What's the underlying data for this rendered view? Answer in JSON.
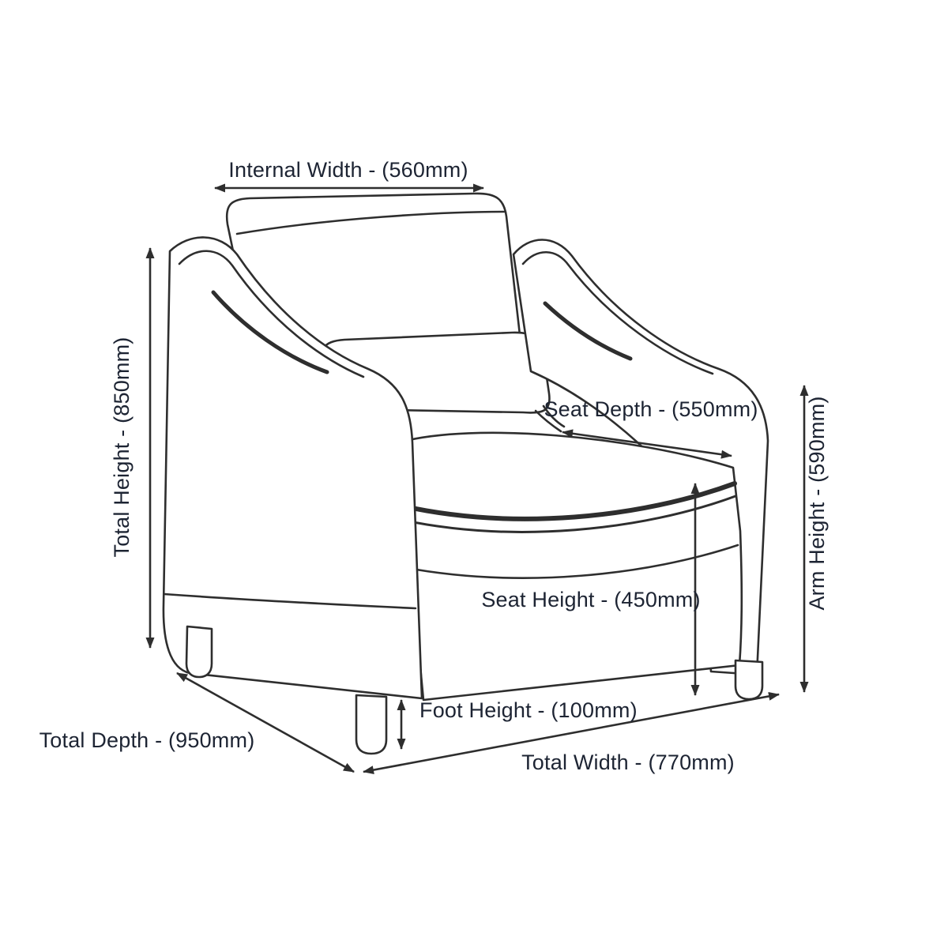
{
  "diagram": {
    "type": "furniture-dimension-diagram",
    "subject": "Armchair line drawing with dimension arrows",
    "labels": {
      "internal_width": "Internal Width - (560mm)",
      "total_height": "Total Height - (850mm)",
      "seat_depth": "Seat Depth - (550mm)",
      "seat_height": "Seat Height - (450mm)",
      "arm_height": "Arm Height - (590mm)",
      "foot_height": "Foot Height - (100mm)",
      "total_depth": "Total Depth - (950mm)",
      "total_width": "Total Width - (770mm)"
    },
    "measurements_mm": {
      "internal_width": 560,
      "total_height": 850,
      "seat_depth": 550,
      "seat_height": 450,
      "arm_height": 590,
      "foot_height": 100,
      "total_depth": 950,
      "total_width": 770
    },
    "colors": {
      "line": "#2e2e2e",
      "text": "#1d2433",
      "background": "#ffffff"
    }
  }
}
